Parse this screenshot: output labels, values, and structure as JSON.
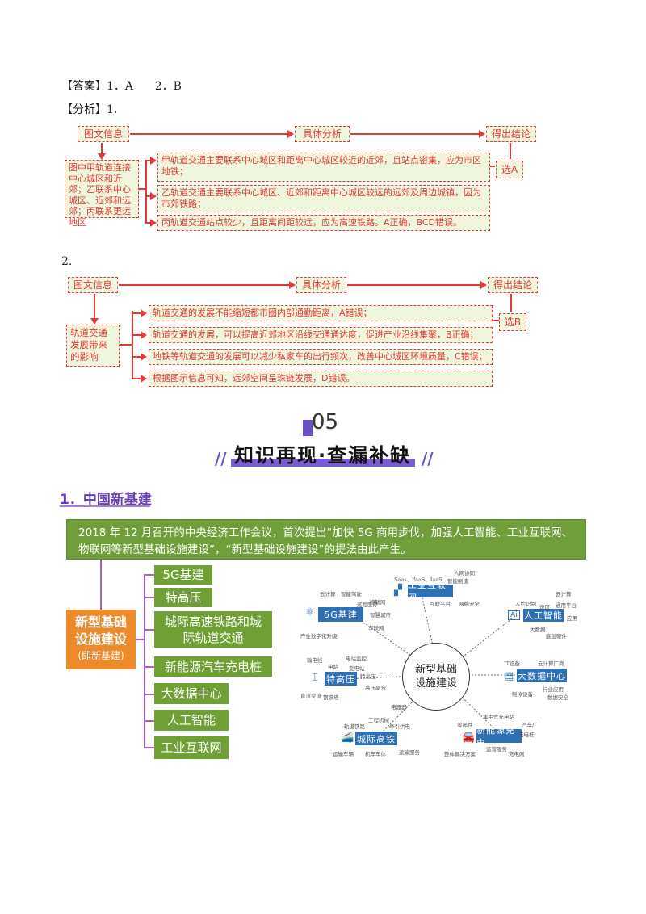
{
  "answer": {
    "label": "【答案】",
    "q1": "1．A",
    "q2": "2．B"
  },
  "analysis": {
    "label": "【分析】",
    "q1_num": "1.",
    "q2_num": "2."
  },
  "flow1": {
    "head_info": "图文信息",
    "head_analysis": "具体分析",
    "head_conclusion": "得出结论",
    "info_text": "图中甲轨道连接中心城区和近郊；乙联系中心城区、近郊和远郊；丙联系更远地区",
    "items": [
      "甲轨道交通主要联系中心城区和距离中心城区较近的近郊，且站点密集，应为市区地铁；",
      "乙轨道交通主要联系中心城区、近郊和距离中心城区较远的远郊及周边城镇，因为市郊铁路；",
      "丙轨道交通站点较少，且距离间距较远，应为高速铁路。A正确，BCD错误。"
    ],
    "conclusion": "选A"
  },
  "flow2": {
    "head_info": "图文信息",
    "head_analysis": "具体分析",
    "head_conclusion": "得出结论",
    "info_text": "轨道交通发展带来的影响",
    "items": [
      "轨道交通的发展不能缩短都市圈内部通勤距离，A错误；",
      "轨道交通的发展，可以提高近郊地区沿线交通通达度，促进产业沿线集聚，B正确；",
      "地铁等轨道交通的发展可以减少私家车的出行频次，改善中心城区环境质量，C错误；",
      "根据图示信息可知，远郊空间呈珠链发展，D错误。"
    ],
    "conclusion": "选B"
  },
  "section": {
    "number": "05",
    "title": "知识再现·查漏补缺",
    "slash_left": "//",
    "slash_right": "//"
  },
  "subsection": {
    "title": "1．中国新基建"
  },
  "banner_text": "2018 年 12 月召开的中央经济工作会议，首次提出“加快 5G 商用步伐，加强人工智能、工业互联网、物联网等新型基础设施建设”，“新型基础设施建设”的提法由此产生。",
  "center": {
    "title": "新型基础设施建设",
    "sub": "(即新基建)"
  },
  "branches": [
    "5G基建",
    "特高压",
    "城际高速铁路和城际轨道交通",
    "新能源汽车充电桩",
    "大数据中心",
    "人工智能",
    "工业互联网"
  ],
  "diagram": {
    "hub": "新型基础设施建设",
    "nodes": {
      "g5": "5G基建",
      "uhv": "特高压",
      "rail": "城际高铁",
      "iiot": "工业互联网",
      "ai": "人工智能",
      "bigdata": "大数据中心",
      "ev": "新能源充电"
    },
    "small": {
      "g5": [
        "云计算",
        "物联网",
        "智能驾驶",
        "远程医疗",
        "车联网",
        "智慧城市",
        "产业数字化升级"
      ],
      "uhv": [
        "电站",
        "电站监控",
        "输电线",
        "变电站",
        "直流变流",
        "特高压",
        "高压副合",
        "钢铁塔"
      ],
      "rail": [
        "轨道铁路",
        "工程机械",
        "牵引供电",
        "运输车辆",
        "机车车体",
        "运输服务",
        "电器器"
      ],
      "iiot": [
        "Saas、PaaS、IaaS",
        "智能制造",
        "人网协同",
        "互联平台",
        "网络安全"
      ],
      "ai": [
        "人脸识别",
        "云计算",
        "速度",
        "通用平台",
        "大数据",
        "底层硬件",
        "应用"
      ],
      "bigdata": [
        "云计算厂商",
        "IT设备",
        "行业应用",
        "数据安全",
        "制冷设备"
      ],
      "ev": [
        "集中式充电站",
        "汽车厂",
        "充电桩",
        "零部件",
        "运营服务",
        "整体解决方案",
        "充电网"
      ]
    }
  }
}
